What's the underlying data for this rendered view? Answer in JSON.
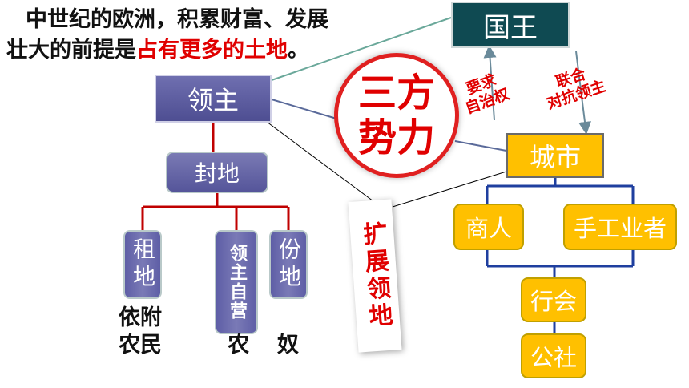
{
  "intro": {
    "line1": "中世纪的欧洲，积累财富、发展",
    "line2_prefix": "壮大的前提是",
    "line2_highlight": "占有更多的土地",
    "line2_suffix": "。"
  },
  "nodes": {
    "king": "国王",
    "lord": "领主",
    "fief": "封地",
    "rent_land": "租地",
    "demesne": "领主自营",
    "share_land": "份地",
    "city": "城市",
    "merchant": "商人",
    "craftsman": "手工业者",
    "guild": "行会",
    "commune": "公社"
  },
  "labels": {
    "dependent_line1": "依附",
    "dependent_line2": "农民",
    "serf_1": "农",
    "serf_2": "奴",
    "three_forces": "三方势力",
    "expand_land": "扩展领地",
    "demand_line1": "要求",
    "demand_line2": "自治权",
    "ally_line1": "联合",
    "ally_line2": "对抗领主"
  },
  "colors": {
    "king_fill": "#0f4a52",
    "lord_fill": "#5a5aa0",
    "city_fill": "#ffc000",
    "accent_red": "#e00000",
    "tree_line_red": "#c00000",
    "tree_line_blue": "#1f3f9f"
  }
}
